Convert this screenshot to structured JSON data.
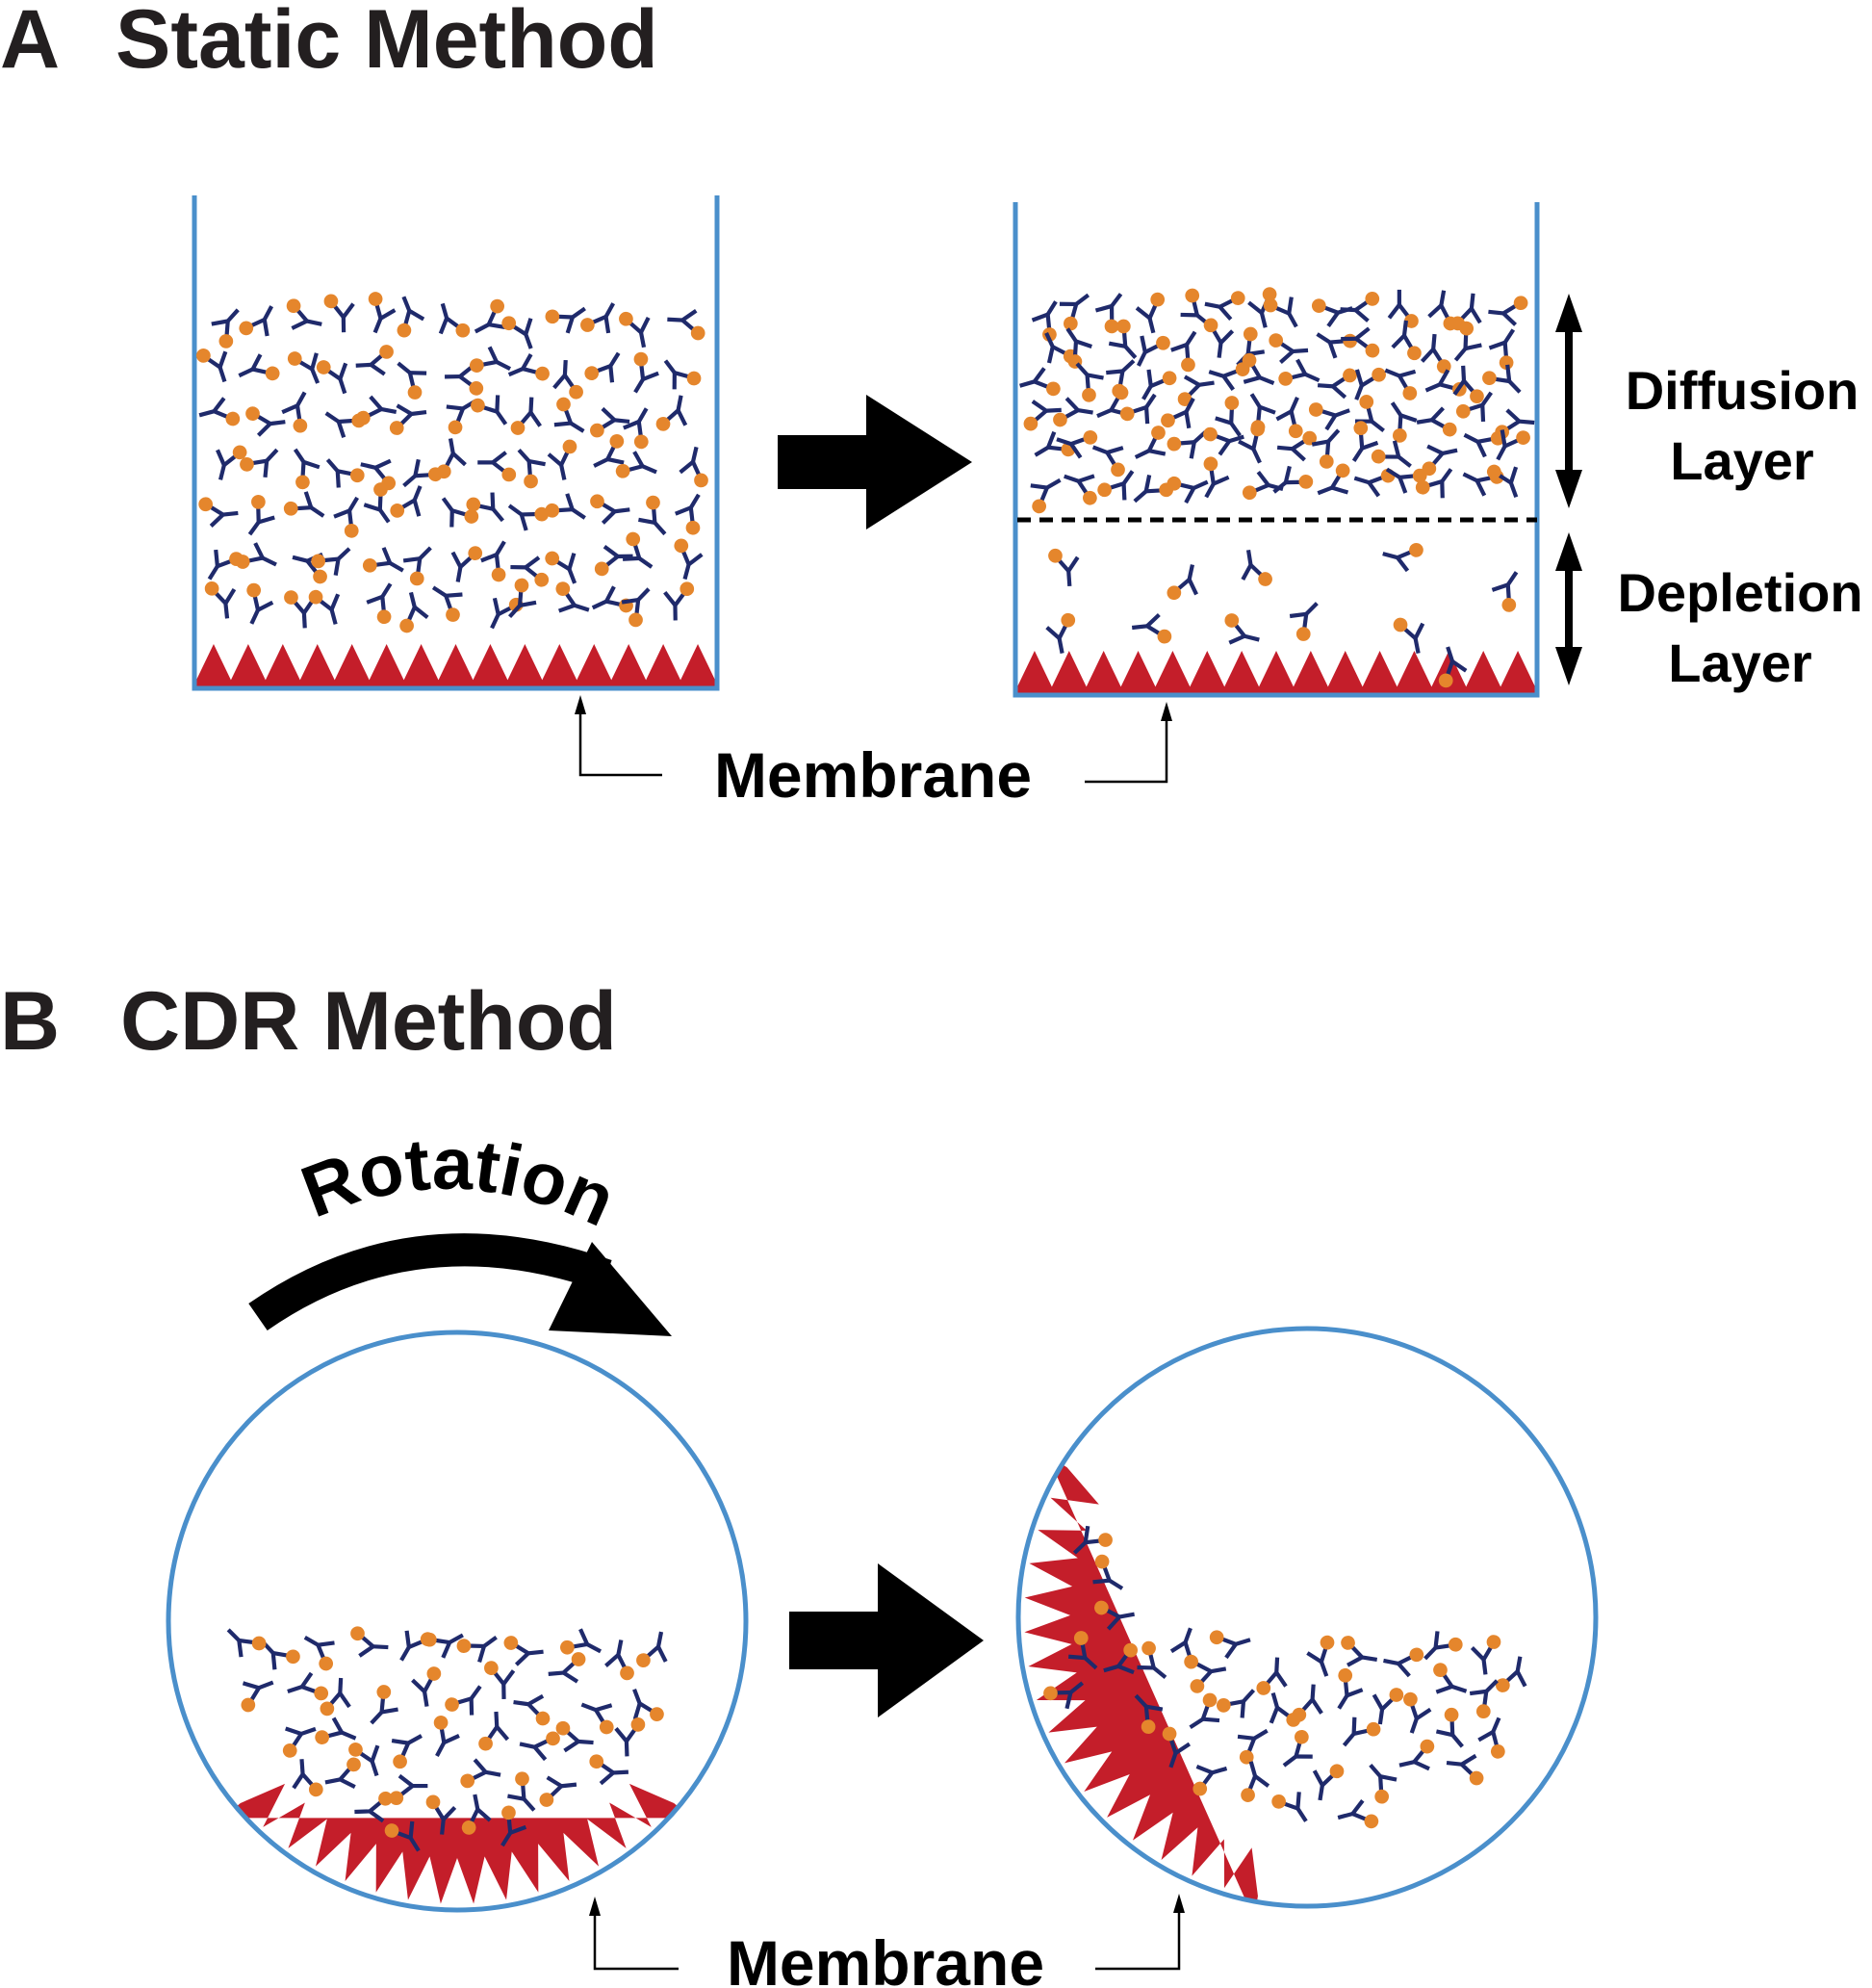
{
  "panel_a": {
    "letter": "A",
    "title": "Static Method",
    "diffusion_label_line1": "Diffusion",
    "diffusion_label_line2": "Layer",
    "depletion_label_line1": "Depletion",
    "depletion_label_line2": "Layer",
    "membrane_label": "Membrane"
  },
  "panel_b": {
    "letter": "B",
    "title": "CDR Method",
    "rotation_label": "Rotation",
    "membrane_label": "Membrane"
  },
  "colors": {
    "container": "#4a8fcb",
    "membrane": "#c41e2a",
    "antibody": "#1f2a6b",
    "bead": "#e5862c",
    "text": "#000000"
  },
  "icons": {
    "antibody": "y-shaped-antibody-icon",
    "bead": "orange-dot-icon",
    "process_arrow": "right-arrow-icon",
    "rotation_arrow": "curved-arrow-icon"
  }
}
